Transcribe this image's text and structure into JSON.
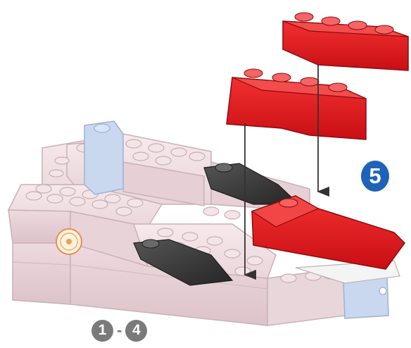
{
  "step": {
    "number": "5",
    "color": "#1f63b8"
  },
  "range": {
    "from": "1",
    "separator": "-",
    "to": "4"
  },
  "colors": {
    "red_brick": "#e01b1b",
    "pink_brick": "#f0dde1",
    "light_blue_brick": "#c5d4ee",
    "dark_gray_brick": "#3c3c3c"
  }
}
